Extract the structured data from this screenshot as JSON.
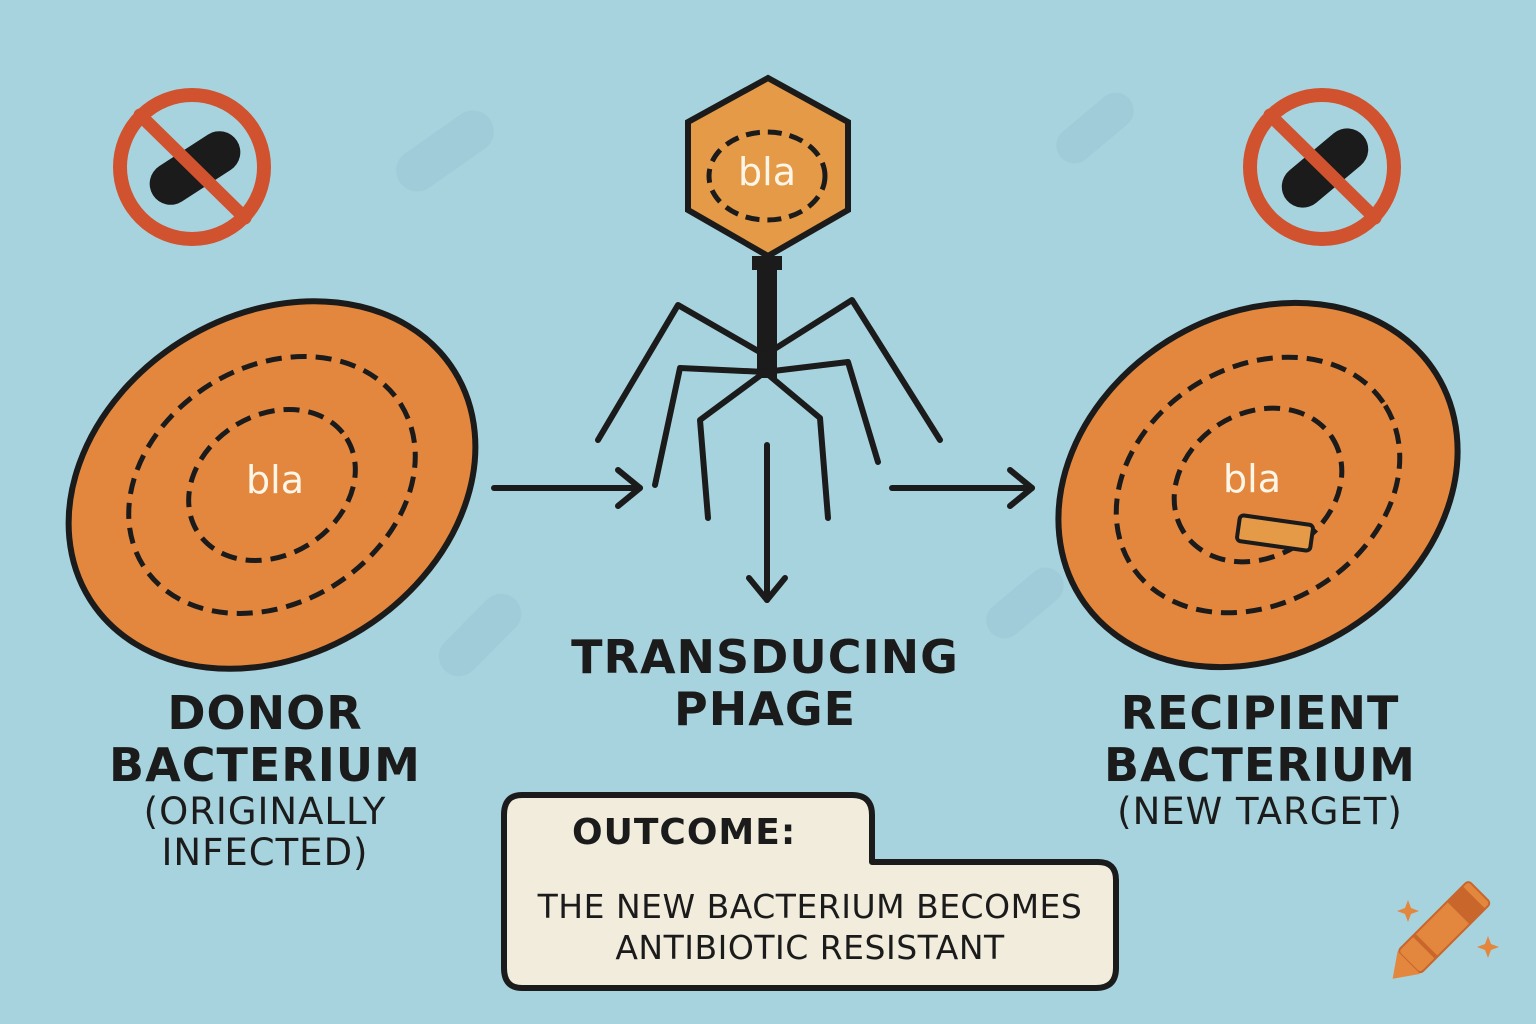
{
  "donor": {
    "gene": "bla",
    "title": "DONOR BACTERIUM",
    "subtitle_lines": [
      "(ORIGINALLY",
      "INFECTED)"
    ]
  },
  "phage": {
    "gene": "bla",
    "title_lines": [
      "TRANSDUCING",
      "PHAGE"
    ]
  },
  "recipient": {
    "gene": "bla",
    "title": "RECIPIENT BACTERIUM",
    "subtitle": "(NEW TARGET)"
  },
  "outcome": {
    "title": "OUTCOME:",
    "text_lines": [
      "THE NEW BACTERIUM BECOMES",
      "ANTIBIOTIC RESISTANT"
    ]
  },
  "icons": {
    "no_antibiotic": "no-antibiotic-icon",
    "arrow": "arrow-right-icon",
    "crayon": "crayon-logo-icon"
  },
  "colors": {
    "background": "#a7d3df",
    "bacterium_fill": "#e3873e",
    "phage_fill": "#e59a48",
    "prohibition_red": "#d1522e",
    "ink": "#1b1b1b"
  }
}
